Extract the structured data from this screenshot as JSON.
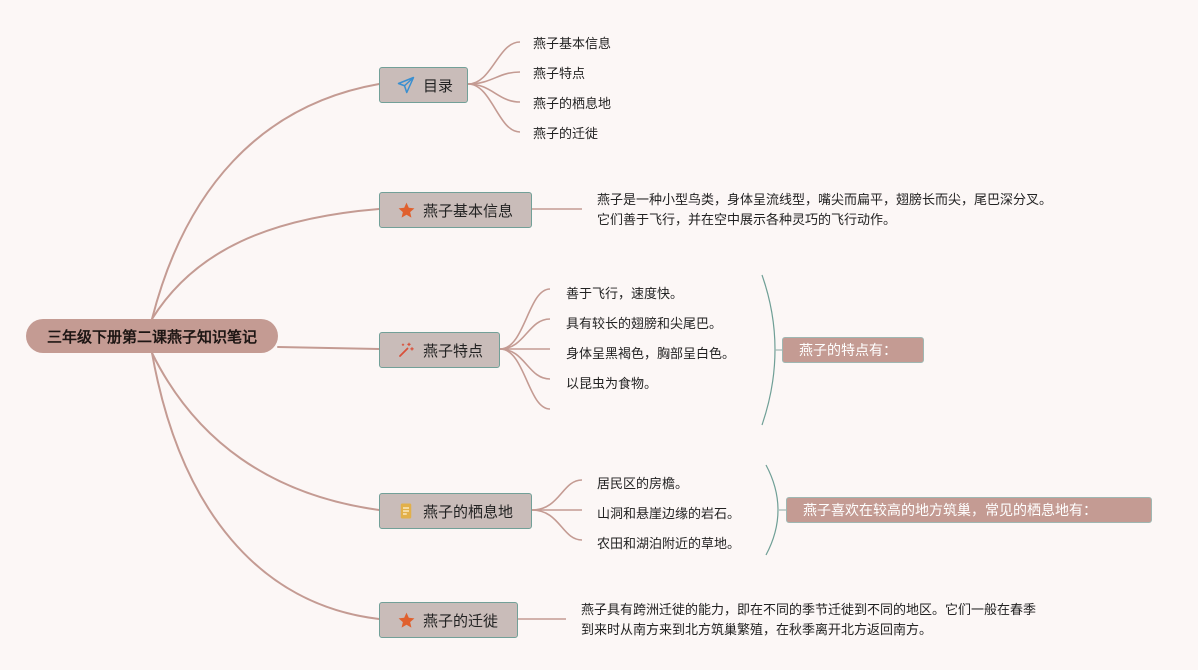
{
  "root": {
    "title": "三年级下册第二课燕子知识笔记"
  },
  "branches": {
    "toc": {
      "label": "目录",
      "icon": "paper-plane-icon",
      "items": [
        "燕子基本信息",
        "燕子特点",
        "燕子的栖息地",
        "燕子的迁徙"
      ]
    },
    "basic": {
      "label": "燕子基本信息",
      "icon": "star-icon",
      "lines": [
        "燕子是一种小型鸟类，身体呈流线型，嘴尖而扁平，翅膀长而尖，尾巴深分叉。",
        "它们善于飞行，并在空中展示各种灵巧的飞行动作。"
      ]
    },
    "features": {
      "label": "燕子特点",
      "icon": "magic-wand-icon",
      "items": [
        "善于飞行，速度快。",
        "具有较长的翅膀和尖尾巴。",
        "身体呈黑褐色，胸部呈白色。",
        "以昆虫为食物。"
      ],
      "summary": "燕子的特点有："
    },
    "habitat": {
      "label": "燕子的栖息地",
      "icon": "document-icon",
      "items": [
        "居民区的房檐。",
        "山洞和悬崖边缘的岩石。",
        "农田和湖泊附近的草地。"
      ],
      "summary": "燕子喜欢在较高的地方筑巢，常见的栖息地有："
    },
    "migration": {
      "label": "燕子的迁徙",
      "icon": "star-icon",
      "lines": [
        "燕子具有跨洲迁徙的能力，即在不同的季节迁徙到不同的地区。它们一般在春季",
        "到来时从南方来到北方筑巢繁殖，在秋季离开北方返回南方。"
      ]
    }
  },
  "colors": {
    "background": "#fcf7f6",
    "root_fill": "#c49b93",
    "branch_fill": "#c9bcb9",
    "branch_border": "#72a098",
    "connector": "#c49b93",
    "bracket": "#6f9f96",
    "star": "#e0602e",
    "plane": "#3a8fd0",
    "wand": "#d9503a",
    "doc": "#e2b04a"
  }
}
